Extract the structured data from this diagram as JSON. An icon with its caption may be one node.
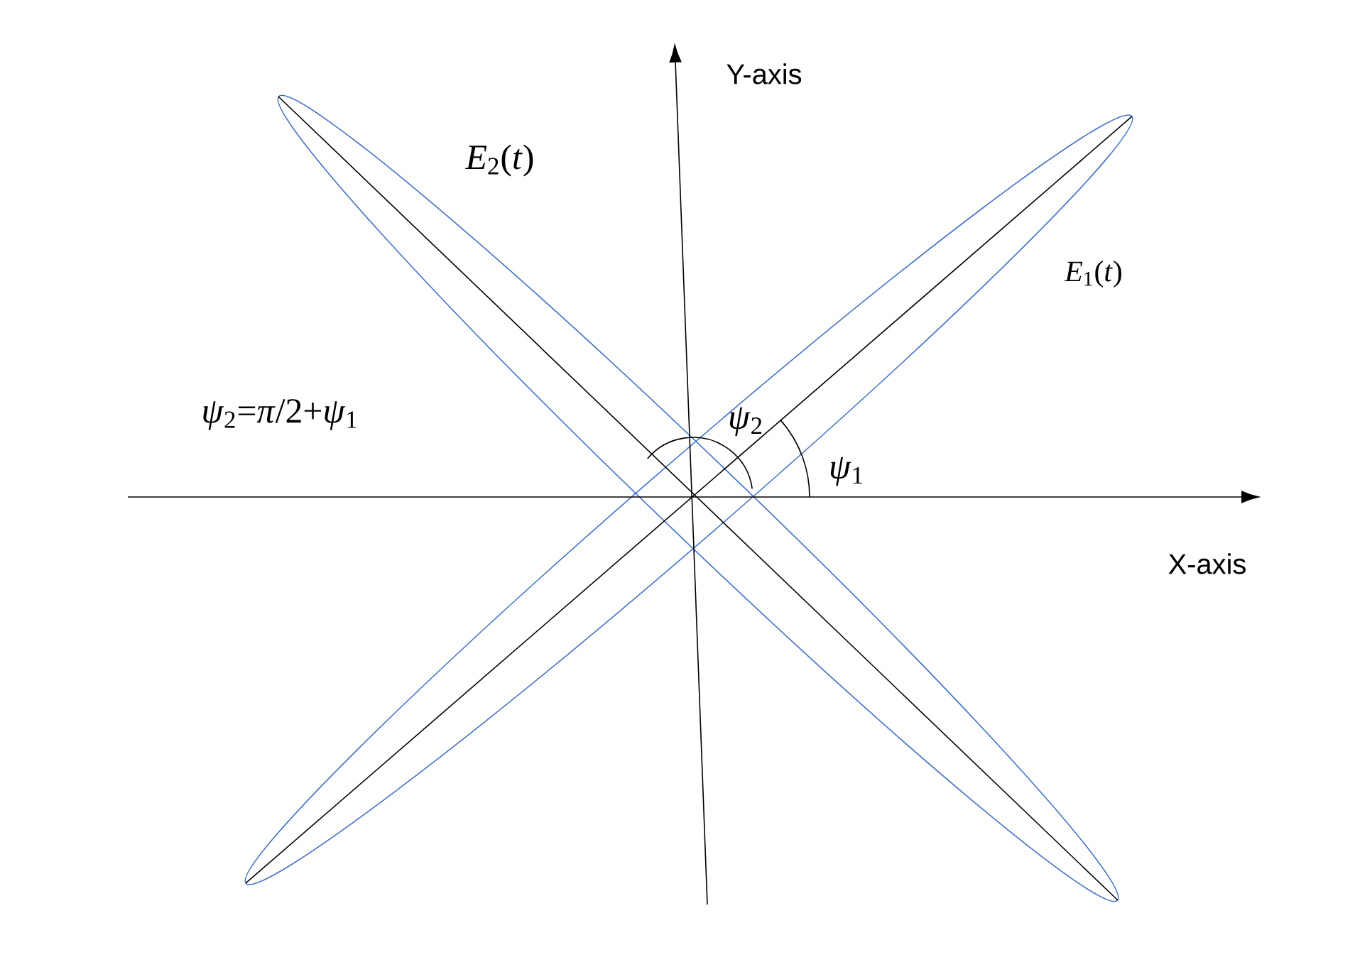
{
  "diagram": {
    "labels": [
      "Y-axis",
      "*E*$_{2}$(*t*)",
      "*E*$_{1}$(*t*)",
      "*ψ*$_{2}$=*π*/2+*ψ*$_{1}$",
      "*ψ*$_{2}$",
      "*ψ*$_{1}$",
      "X-axis"
    ]
  }
}
